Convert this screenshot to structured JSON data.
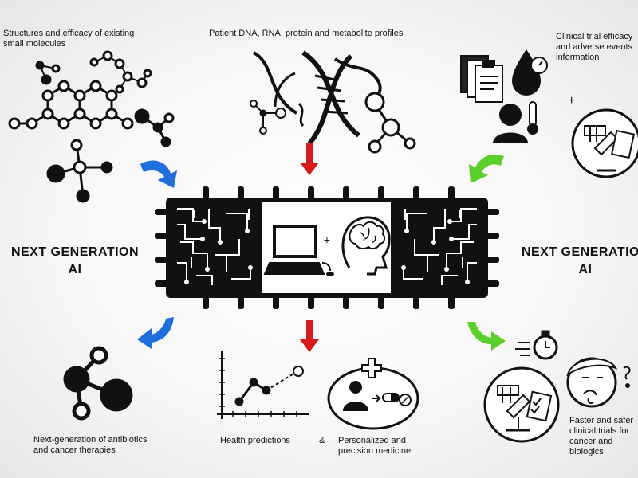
{
  "labels": {
    "top_left": "Structures and efficacy of existing\nsmall molecules",
    "top_center": "Patient DNA, RNA, protein and metabolite profiles",
    "top_right": "Clinical trial efficacy\nand adverse events\ninformation",
    "plus_top_right": "+",
    "plus_chip": "+",
    "left_title": "NEXT GENERATION\nAI",
    "right_title": "NEXT GENERATION\nAI",
    "bottom_left": "Next-generation of antibiotics\nand cancer therapies",
    "bottom_center_1": "Health predictions",
    "ampersand": "&",
    "bottom_center_2": "Personalized and\nprecision medicine",
    "bottom_right": "Faster and safer\nclinical trials for\ncancer and\nbiologics"
  },
  "colors": {
    "arrow_blue": "#1e6fd9",
    "arrow_red": "#d91a1a",
    "arrow_green": "#5ccf2a",
    "ink": "#111111"
  }
}
